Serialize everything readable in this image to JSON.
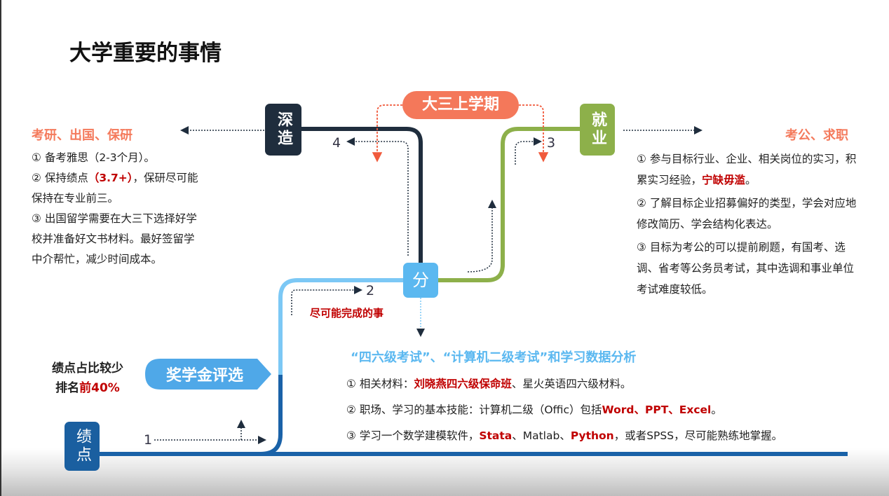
{
  "title": "大学重要的事情",
  "nodes": {
    "shenzao": "深造",
    "jiuye": "就业",
    "fen": "分",
    "jidian": "绩点",
    "dasan": "大三上学期",
    "scholarship": "奖学金评选"
  },
  "steps": [
    "1",
    "2",
    "3",
    "4"
  ],
  "left": {
    "heading": "考研、出国、保研",
    "p1": "① 备考雅思（2-3个月）。",
    "p2a": "② 保持绩点",
    "p2red": "（3.7+）",
    "p2b": "，保研尽可能保持在专业前三。",
    "p3": "③ 出国留学需要在大三下选择好学校并准备好文书材料。最好签留学中介帮忙，减少时间成本。"
  },
  "right": {
    "heading": "考公、求职",
    "p1a": "① 参与目标行业、企业、相关岗位的实习，积累实习经验，",
    "p1red": "宁缺毋滥",
    "p1b": "。",
    "p2": "② 了解目标企业招募偏好的类型，学会对应地修改简历、学会结构化表达。",
    "p3": "③ 目标为考公的可以提前刷题，有国考、选调、省考等公务员考试，其中选调和事业单位考试难度较低。"
  },
  "middle": {
    "must_do": "尽可能完成的事",
    "heading": "“四六级考试”、“计算机二级考试”和学习数据分析",
    "i1a": "① 相关材料：",
    "i1red": "刘晓燕四六级保命班",
    "i1b": "、星火英语四六级材料。",
    "i2a": "② 职场、学习的基本技能：计算机二级（Offic）包括",
    "i2red": "Word、PPT、Excel",
    "i2b": "。",
    "i3a": "③ 学习一个数学建模软件，",
    "i3r1": "Stata",
    "i3b": "、Matlab、",
    "i3r2": "Python",
    "i3c": "，或者SPSS，尽可能熟练地掌握。"
  },
  "gpa": {
    "line1": "绩点占比较少",
    "line2a": "排名",
    "line2red": "前40%"
  },
  "colors": {
    "navy": "#1f2d3d",
    "green": "#8db04a",
    "lightblue": "#5bb8f0",
    "blue": "#1a62a8",
    "salmon": "#f4785a",
    "red": "#c00000"
  }
}
